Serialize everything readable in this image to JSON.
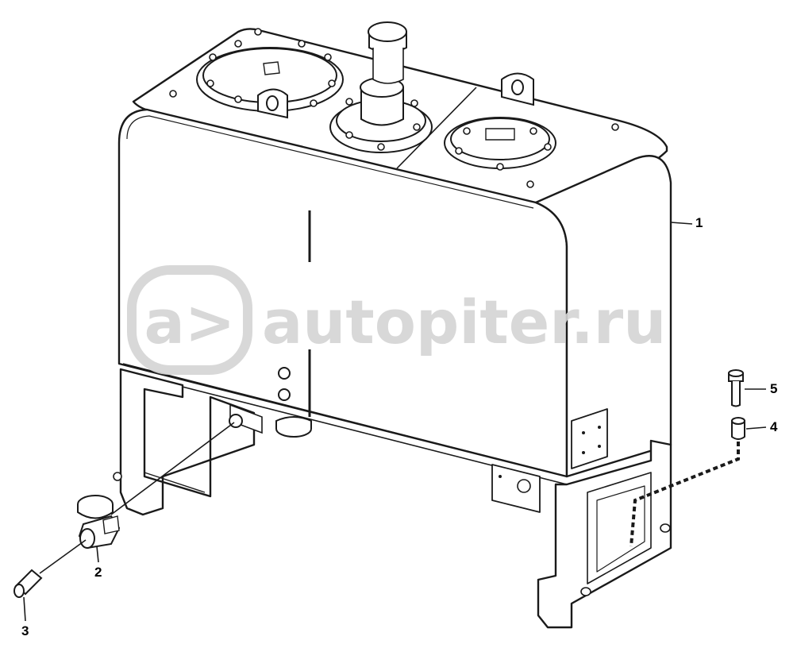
{
  "watermark": {
    "text": "autopiter.ru",
    "logo_glyph": "a>"
  },
  "callouts": {
    "c1": "1",
    "c2": "2",
    "c3": "3",
    "c4": "4",
    "c5": "5"
  },
  "colors": {
    "line": "#1a1a1a",
    "watermark": "#d4d4d4"
  }
}
